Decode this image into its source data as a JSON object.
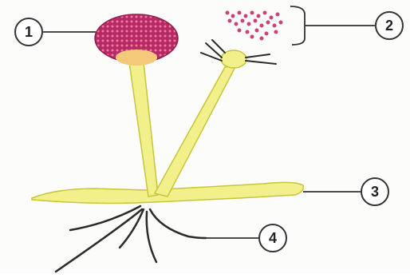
{
  "diagram": {
    "labels": [
      {
        "id": "1",
        "text": "1"
      },
      {
        "id": "2",
        "text": "2"
      },
      {
        "id": "3",
        "text": "3"
      },
      {
        "id": "4",
        "text": "4"
      }
    ]
  },
  "colors": {
    "hypha_fill": "#f2f08a",
    "hypha_stroke": "#c7c53a",
    "sporangium": "#c7316b",
    "sporangium_dot": "#f07aa5",
    "columella": "#f4c97a",
    "spore": "#c9437a",
    "rhizoid": "#2b2b2b",
    "label_line": "#333333"
  }
}
